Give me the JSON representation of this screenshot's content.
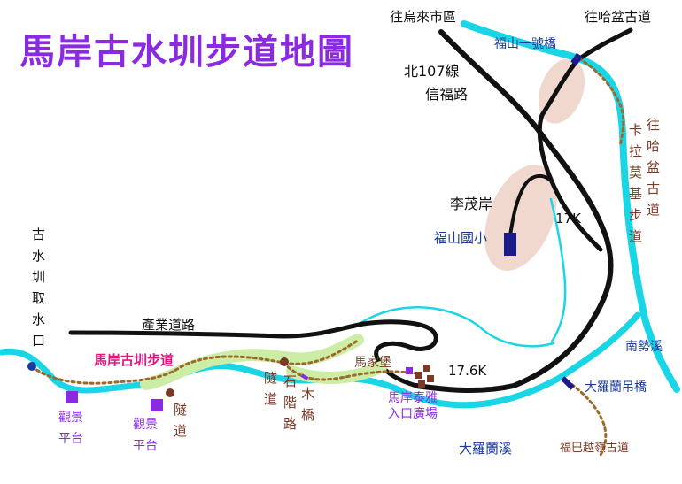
{
  "map": {
    "title": "馬岸古水圳步道地圖",
    "colors": {
      "title": "#8a2be2",
      "river": "#1ad5e5",
      "road": "#111111",
      "trail_dash": "#9a6a2a",
      "trail_highlight": "#cdeda6",
      "trail_name": "#e0157d",
      "poi_purple": "#8a2be2",
      "poi_brown": "#7a3a26",
      "water_label": "#1a3aa0",
      "peak_shade": "#f0d8cf",
      "building": "#1a1a8a"
    },
    "labels": {
      "to_wulai": "往烏來市區",
      "to_hapen_top": "往哈盆古道",
      "fushan_bridge1": "福山一號橋",
      "hwy_107": "北107線",
      "xinfu_road": "信福路",
      "karamoji": [
        "卡",
        "拉",
        "莫",
        "基",
        "步",
        "道"
      ],
      "to_hapen_side": [
        "往",
        "哈",
        "盆",
        "古",
        "道"
      ],
      "limaoan": "李茂岸",
      "km_17": "17K",
      "fushan_school": "福山國小",
      "intake": [
        "古",
        "水",
        "圳",
        "取",
        "水",
        "口"
      ],
      "industry_road": "產業道路",
      "trail_name": "馬岸古圳步道",
      "tunnel_1": [
        "隧",
        "道"
      ],
      "tunnel_2": [
        "隧",
        "道"
      ],
      "stone_steps": [
        "石",
        "階",
        "路"
      ],
      "wood_bridge": [
        "木",
        "橋"
      ],
      "majia_fort": "馬家堡",
      "km_17_6": "17.6K",
      "entrance_plaza_1": "馬岸泰雅",
      "entrance_plaza_2": "入口廣場",
      "obs_1a": "觀景",
      "obs_1b": "平台",
      "obs_2a": "觀景",
      "obs_2b": "平台",
      "nanshi_creek": "南勢溪",
      "daluolan_bridge": "大羅蘭吊橋",
      "daluolan_creek": "大羅蘭溪",
      "fuba_trail": "福巴越嶺古道"
    }
  }
}
